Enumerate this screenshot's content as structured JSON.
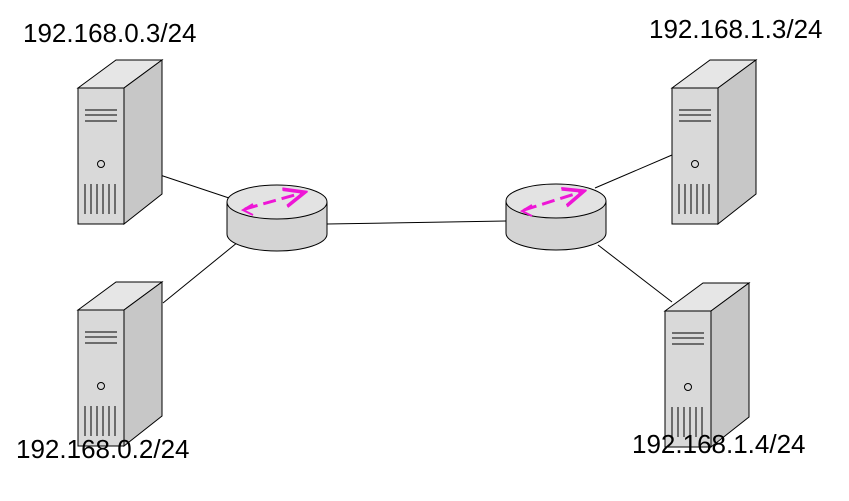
{
  "colors": {
    "background": "#ffffff",
    "tower_side": "#c7c7c7",
    "tower_front": "#d9d9d9",
    "tower_top": "#e6e6e6",
    "router_body": "#d4d4d4",
    "router_top": "#e3e3e3",
    "outline": "#000000",
    "link": "#000000",
    "arrow": "#ee16d6"
  },
  "hosts": [
    {
      "id": "host-a",
      "address": "192.168.0.3/24",
      "icon": "computer-tower-icon"
    },
    {
      "id": "host-b",
      "address": "192.168.0.2/24",
      "icon": "computer-tower-icon"
    },
    {
      "id": "host-c",
      "address": "192.168.1.3/24",
      "icon": "computer-tower-icon"
    },
    {
      "id": "host-d",
      "address": "192.168.1.4/24",
      "icon": "computer-tower-icon"
    }
  ],
  "routers": [
    {
      "id": "router-left",
      "icon": "router-icon"
    },
    {
      "id": "router-right",
      "icon": "router-icon"
    }
  ]
}
